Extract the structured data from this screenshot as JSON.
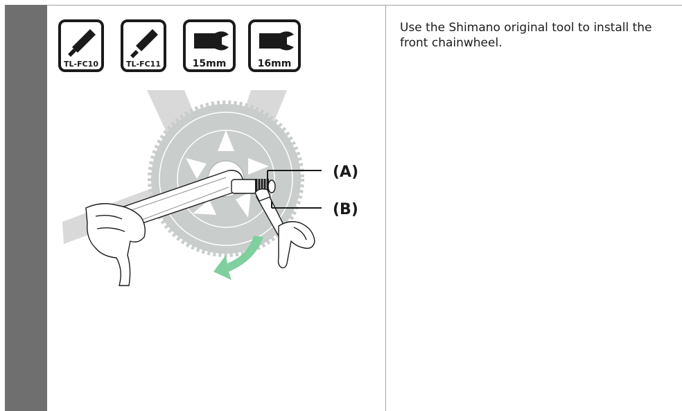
{
  "tools": [
    {
      "label": "TL-FC10",
      "icon": "crank-tool-icon"
    },
    {
      "label": "TL-FC11",
      "icon": "crank-tool-icon"
    },
    {
      "label": "15mm",
      "icon": "wrench-icon"
    },
    {
      "label": "16mm",
      "icon": "wrench-icon"
    }
  ],
  "callouts": {
    "a": "(A)",
    "b": "(B)"
  },
  "instruction": "Use the Shimano original tool to install the front chainwheel.",
  "colors": {
    "sidebar": "#6f6f6f",
    "frame": "#d8d8d8",
    "chainring": "#c9cdcb",
    "arrow": "#7fcf9f"
  }
}
